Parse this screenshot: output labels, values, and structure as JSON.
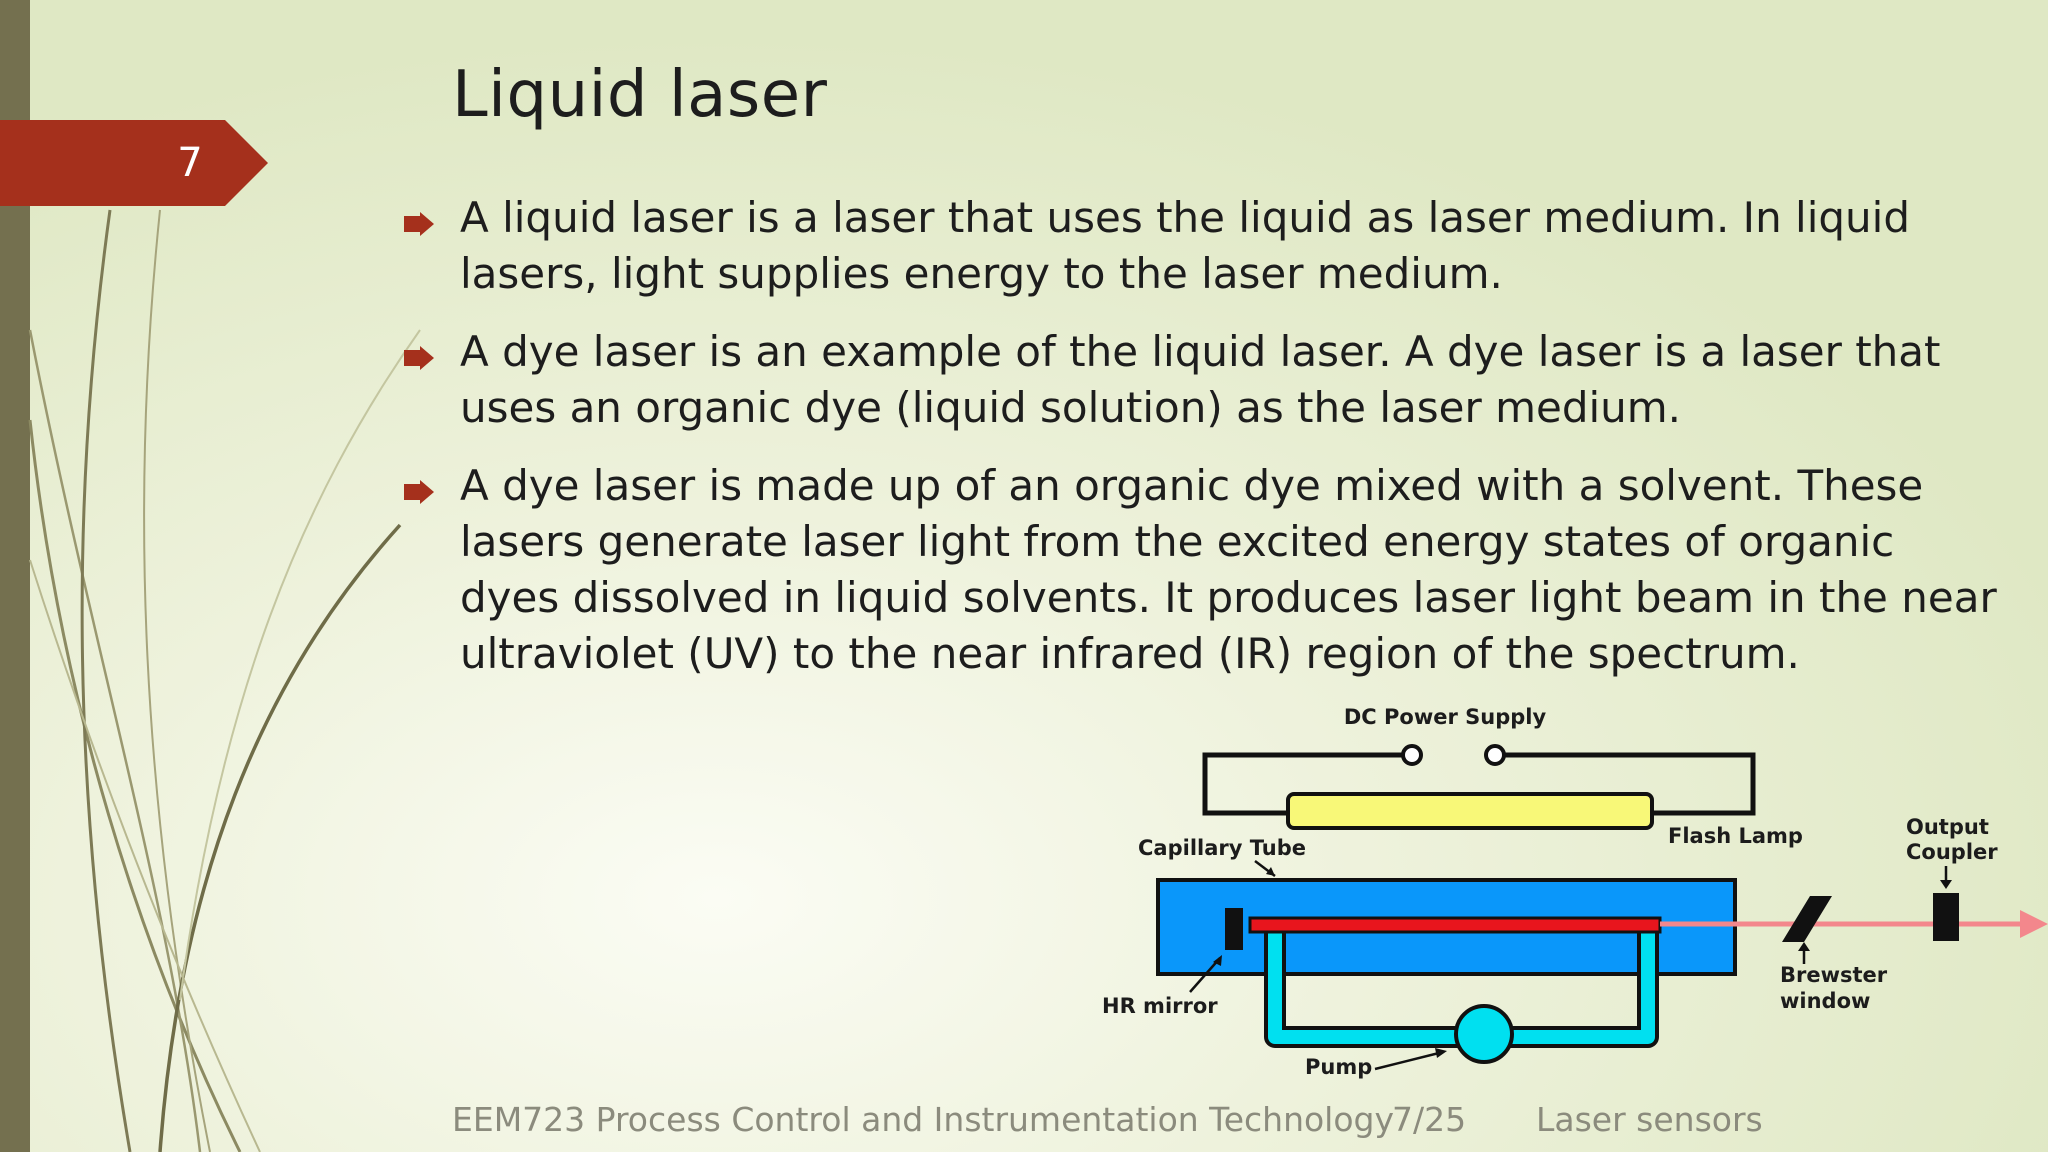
{
  "slide": {
    "number": "7",
    "title": "Liquid laser"
  },
  "bullets": [
    "A liquid laser is a laser that uses the liquid as laser medium. In liquid lasers, light supplies energy to the laser medium.",
    "A dye laser is an example of the liquid laser. A dye laser is a laser that uses an organic dye (liquid solution) as the laser medium.",
    "A dye laser is made up of an organic dye mixed with a solvent. These lasers generate laser light from the excited energy states of organic dyes dissolved in liquid solvents. It produces laser light beam in the near ultraviolet (UV) to the near infrared (IR) region of the spectrum."
  ],
  "diagram": {
    "labels": {
      "power_supply": "DC Power Supply",
      "flash_lamp": "Flash Lamp",
      "capillary_tube": "Capillary Tube",
      "output_coupler_1": "Output",
      "output_coupler_2": "Coupler",
      "brewster_1": "Brewster",
      "brewster_2": "window",
      "hr_mirror": "HR mirror",
      "pump": "Pump"
    },
    "colors": {
      "flash_lamp": "#f8f878",
      "capillary_block": "#0a97fa",
      "dye_channel": "#e8151d",
      "pump_loop": "#00e0f0",
      "laser_beam": "#f3878c"
    }
  },
  "footer": {
    "course": "EEM723 Process Control and Instrumentation Technology",
    "page": "7/25",
    "topic": "Laser sensors"
  },
  "theme": {
    "accent": "#a5301c",
    "side_bar": "#74704f"
  }
}
